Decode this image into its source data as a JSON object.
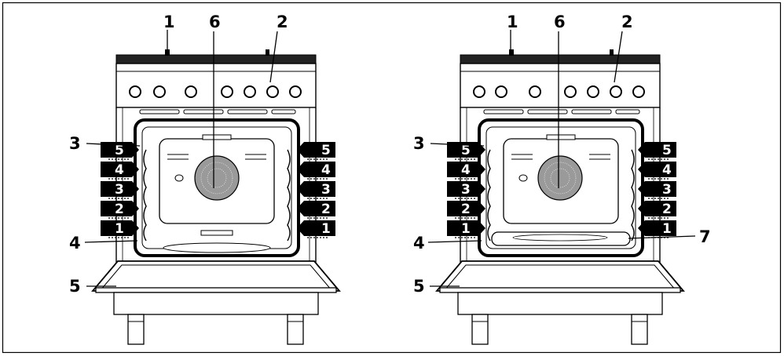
{
  "figure": {
    "colors": {
      "ink": "#000000",
      "paper": "#ffffff",
      "fan": "#9a9a9a"
    },
    "diagrams": [
      {
        "id": "left",
        "callouts": [
          "1",
          "2",
          "3",
          "4",
          "5",
          "6"
        ],
        "shelves": [
          "5",
          "4",
          "3",
          "2",
          "1"
        ]
      },
      {
        "id": "right",
        "callouts": [
          "1",
          "2",
          "3",
          "4",
          "5",
          "6",
          "7"
        ],
        "shelves": [
          "5",
          "4",
          "3",
          "2",
          "1"
        ]
      }
    ]
  }
}
